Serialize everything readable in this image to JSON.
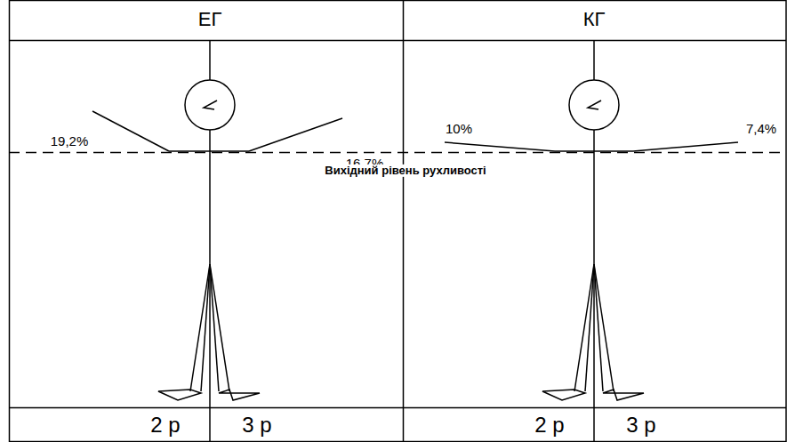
{
  "diagram": {
    "labels": [
      "ЕГ",
      "КГ",
      "19,2%",
      "16,7%",
      "10%",
      "7,4%",
      "Вихідний рівень рухливості",
      "2 р",
      "3 р",
      "2 р",
      "3 р"
    ]
  }
}
